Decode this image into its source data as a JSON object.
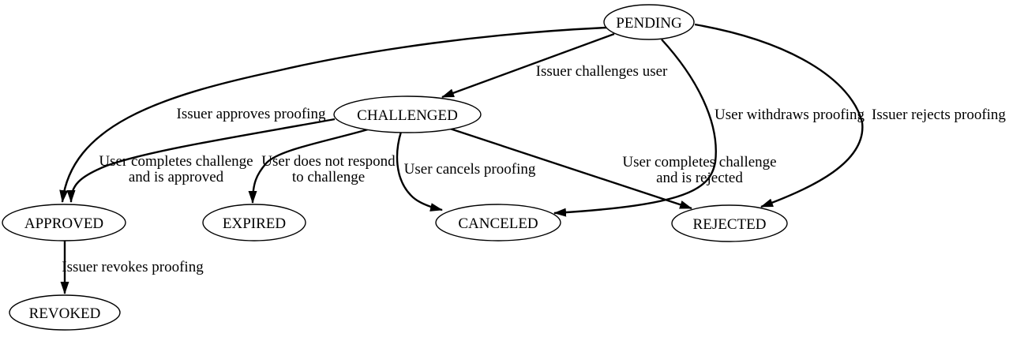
{
  "diagram": {
    "type": "state-transition-graph",
    "colors": {
      "background": "#ffffff",
      "line": "#000000",
      "text": "#000000"
    },
    "nodes": {
      "pending": {
        "label": "PENDING"
      },
      "challenged": {
        "label": "CHALLENGED"
      },
      "approved": {
        "label": "APPROVED"
      },
      "expired": {
        "label": "EXPIRED"
      },
      "canceled": {
        "label": "CANCELED"
      },
      "rejected": {
        "label": "REJECTED"
      },
      "revoked": {
        "label": "REVOKED"
      }
    },
    "edges": {
      "pending_challenged": {
        "from": "pending",
        "to": "challenged",
        "label": "Issuer challenges user"
      },
      "pending_approved": {
        "from": "pending",
        "to": "approved",
        "label": "Issuer approves proofing"
      },
      "pending_canceled": {
        "from": "pending",
        "to": "canceled",
        "label": "User withdraws proofing"
      },
      "pending_rejected": {
        "from": "pending",
        "to": "rejected",
        "label": "Issuer rejects proofing"
      },
      "challenged_approved": {
        "from": "challenged",
        "to": "approved",
        "lines": [
          "User completes challenge",
          "and is approved"
        ]
      },
      "challenged_expired": {
        "from": "challenged",
        "to": "expired",
        "lines": [
          "User does not respond",
          "to challenge"
        ]
      },
      "challenged_canceled": {
        "from": "challenged",
        "to": "canceled",
        "label": "User cancels proofing"
      },
      "challenged_rejected": {
        "from": "challenged",
        "to": "rejected",
        "lines": [
          "User completes challenge",
          "and is rejected"
        ]
      },
      "approved_revoked": {
        "from": "approved",
        "to": "revoked",
        "label": "Issuer revokes proofing"
      }
    }
  }
}
